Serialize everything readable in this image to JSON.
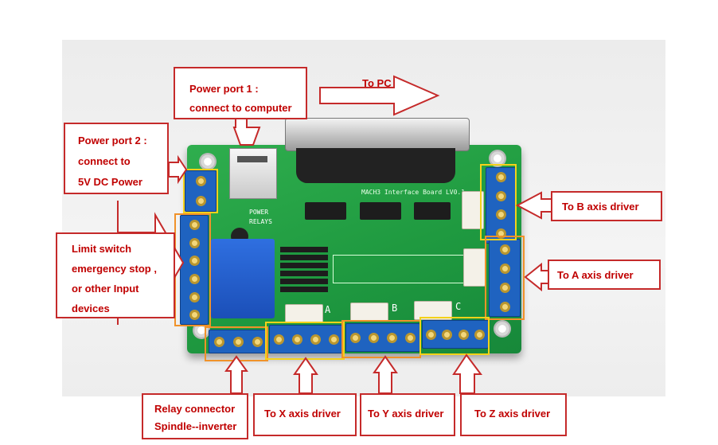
{
  "labels": {
    "power_port_1": [
      "Power port 1 :",
      "connect to computer"
    ],
    "to_pc": "To PC",
    "power_port_2": [
      "Power port 2 :",
      "connect to",
      "5V DC Power"
    ],
    "limit_switch": [
      "Limit switch",
      "emergency stop ,",
      "or other Input",
      "devices"
    ],
    "to_b_axis": "To B axis driver",
    "to_a_axis": "To A axis driver",
    "relay_connector": [
      "Relay  connector",
      "Spindle--inverter"
    ],
    "to_x_axis": "To X axis driver",
    "to_y_axis": "To Y axis driver",
    "to_z_axis": "To Z axis driver"
  },
  "board_silkscreen": {
    "title": "MACH3 Interface Board LV0.1",
    "power": "POWER",
    "relays": "RELAYS",
    "axis_a": "A",
    "axis_b": "B",
    "axis_c": "C"
  },
  "colors": {
    "label_border": "#c52a2a",
    "label_text": "#c00000",
    "highlight_orange": "#f0922a",
    "highlight_yellow": "#f4d21a",
    "pcb_green": "#1f9a40",
    "terminal_blue": "#1f63c0"
  }
}
